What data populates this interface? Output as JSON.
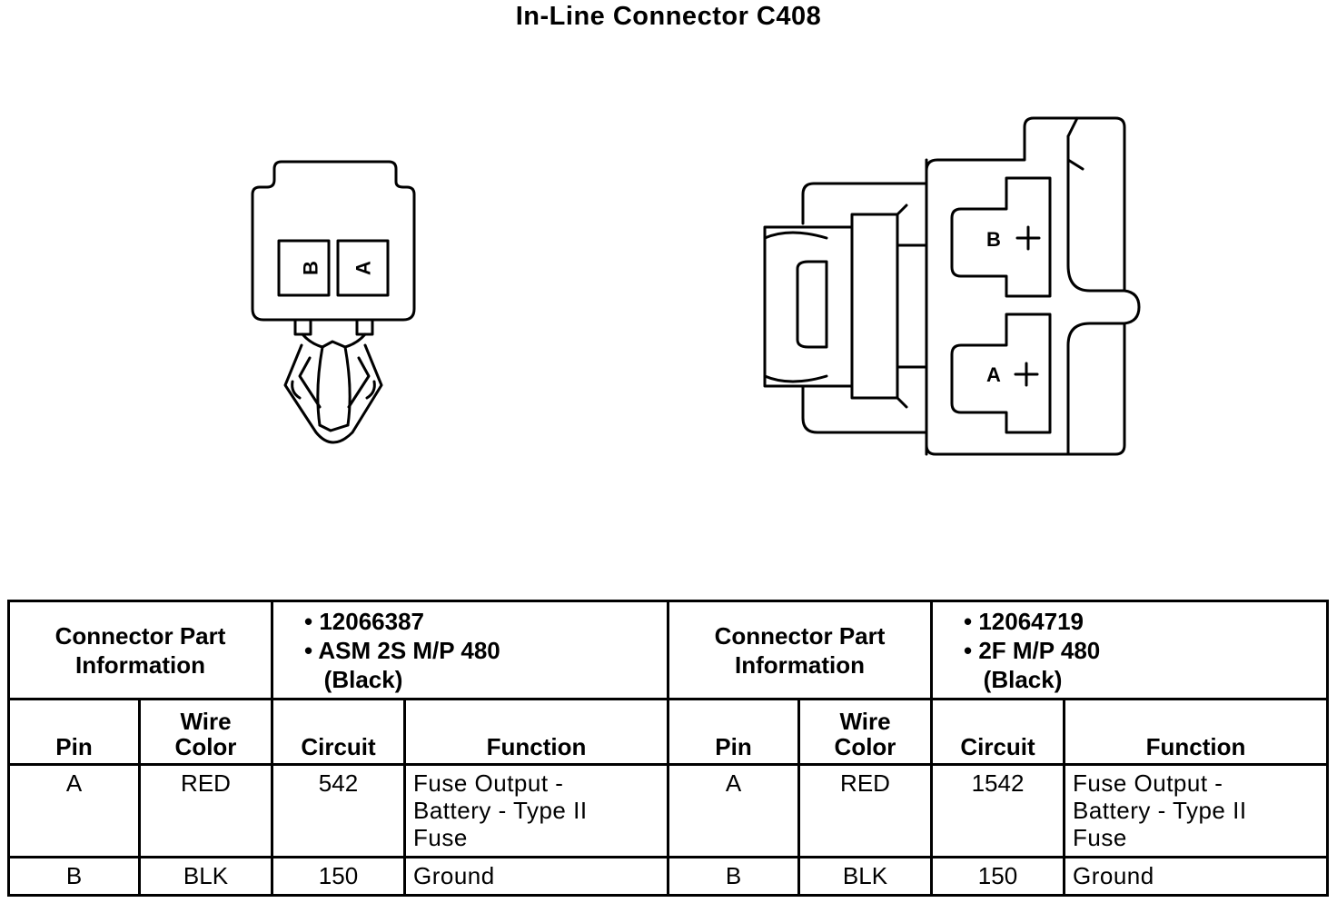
{
  "title": "In-Line Connector C408",
  "diagram": {
    "left_connector": {
      "cavities": [
        "B",
        "A"
      ]
    },
    "right_connector": {
      "terminals": [
        "B",
        "A"
      ]
    }
  },
  "table": {
    "sections": [
      {
        "info_label_line1": "Connector Part",
        "info_label_line2": "Information",
        "part_lines": [
          "• 12066387",
          "• ASM 2S M/P 480",
          "   (Black)"
        ],
        "columns": {
          "pin": "Pin",
          "wire_color_line1": "Wire",
          "wire_color_line2": "Color",
          "circuit": "Circuit",
          "function": "Function"
        },
        "rows": [
          {
            "pin": "A",
            "wire_color": "RED",
            "circuit": "542",
            "function_lines": [
              "Fuse Output -",
              "Battery - Type II",
              "Fuse"
            ]
          },
          {
            "pin": "B",
            "wire_color": "BLK",
            "circuit": "150",
            "function_lines": [
              "Ground"
            ]
          }
        ]
      },
      {
        "info_label_line1": "Connector Part",
        "info_label_line2": "Information",
        "part_lines": [
          "• 12064719",
          "• 2F M/P 480",
          "   (Black)"
        ],
        "columns": {
          "pin": "Pin",
          "wire_color_line1": "Wire",
          "wire_color_line2": "Color",
          "circuit": "Circuit",
          "function": "Function"
        },
        "rows": [
          {
            "pin": "A",
            "wire_color": "RED",
            "circuit": "1542",
            "function_lines": [
              "Fuse Output -",
              "Battery - Type II",
              "Fuse"
            ]
          },
          {
            "pin": "B",
            "wire_color": "BLK",
            "circuit": "150",
            "function_lines": [
              "Ground"
            ]
          }
        ]
      }
    ]
  }
}
